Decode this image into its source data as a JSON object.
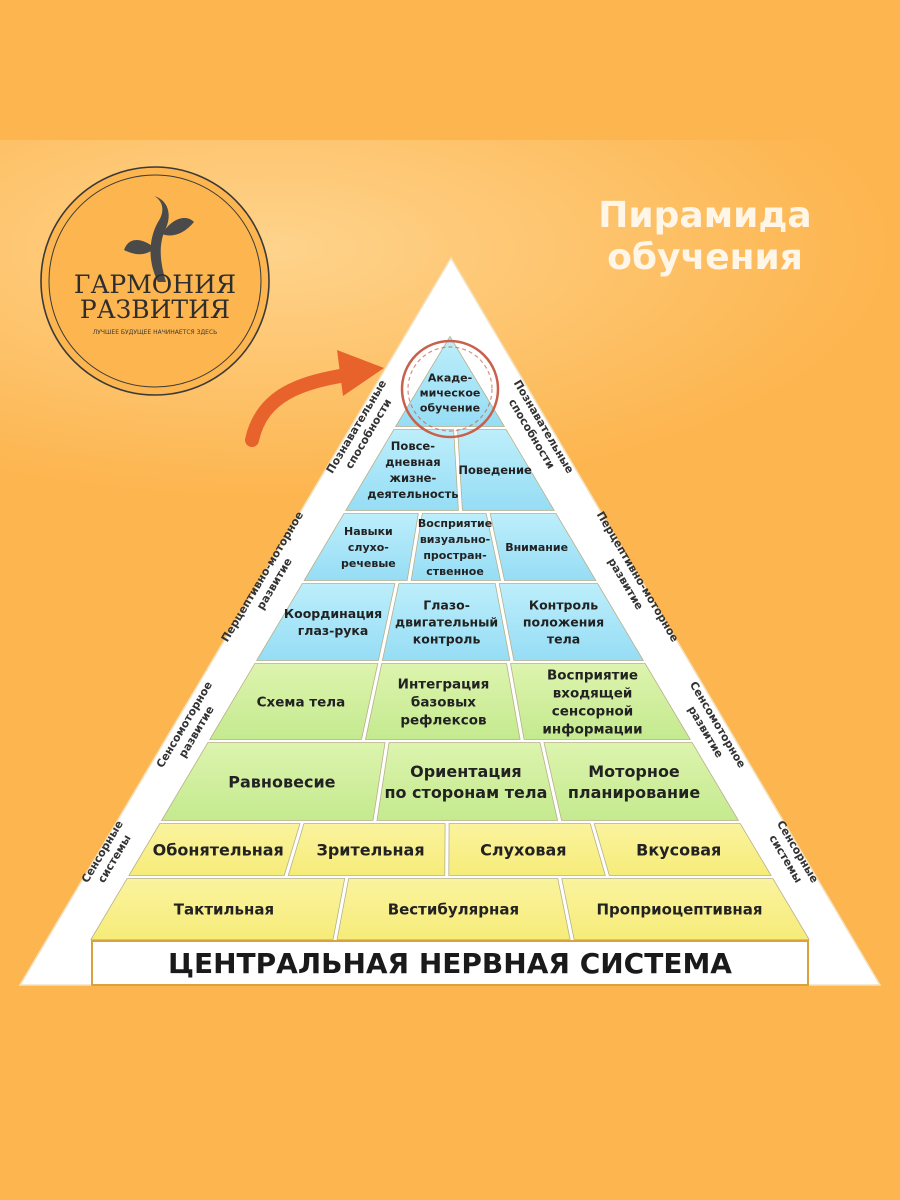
{
  "title": {
    "line1": "Пирамида",
    "line2": "обучения"
  },
  "logo": {
    "line1": "ГАРМОНИЯ",
    "line2": "РАЗВИТИЯ",
    "tagline": "ЛУЧШЕЕ БУДУЩЕЕ НАЧИНАЕТСЯ ЗДЕСЬ"
  },
  "colors": {
    "background": "#FDB54F",
    "blue": "#A8E6F8",
    "green": "#CFEF9E",
    "yellow": "#F9F08C",
    "arrow": "#E8622C",
    "circle": "#C9604B"
  },
  "base_label": "ЦЕНТРАЛЬНАЯ НЕРВНАЯ СИСТЕМА",
  "side_labels": {
    "left": [
      {
        "id": "left-1",
        "lines": [
          "Познавательные",
          "способности"
        ]
      },
      {
        "id": "left-2",
        "lines": [
          "Перцептивно-моторное",
          "развитие"
        ]
      },
      {
        "id": "left-3",
        "lines": [
          "Сенсомоторное",
          "развитие"
        ]
      },
      {
        "id": "left-4",
        "lines": [
          "Сенсорные",
          "системы"
        ]
      }
    ],
    "right": [
      {
        "id": "right-1",
        "lines": [
          "Познавательные",
          "способности"
        ]
      },
      {
        "id": "right-2",
        "lines": [
          "Перцептивно-моторное",
          "развитие"
        ]
      },
      {
        "id": "right-3",
        "lines": [
          "Сенсомоторное",
          "развитие"
        ]
      },
      {
        "id": "right-4",
        "lines": [
          "Сенсорные",
          "системы"
        ]
      }
    ]
  },
  "levels": [
    {
      "id": "level-8",
      "color": "blue",
      "cells": [
        {
          "lines": [
            "Акаде-",
            "мическое",
            "обучение"
          ]
        }
      ]
    },
    {
      "id": "level-7",
      "color": "blue",
      "cells": [
        {
          "lines": [
            "Повсе-",
            "дневная",
            "жизне-",
            "деятельность"
          ]
        },
        {
          "lines": [
            "Поведение"
          ]
        }
      ]
    },
    {
      "id": "level-6",
      "color": "blue",
      "cells": [
        {
          "lines": [
            "Навыки",
            "слухо-",
            "речевые"
          ]
        },
        {
          "lines": [
            "Восприятие",
            "визуально-",
            "простран-",
            "ственное"
          ]
        },
        {
          "lines": [
            "Внимание"
          ]
        }
      ]
    },
    {
      "id": "level-5",
      "color": "blue",
      "cells": [
        {
          "lines": [
            "Координация",
            "глаз-рука"
          ]
        },
        {
          "lines": [
            "Глазо-",
            "двигательный",
            "контроль"
          ]
        },
        {
          "lines": [
            "Контроль",
            "положения",
            "тела"
          ]
        }
      ]
    },
    {
      "id": "level-4",
      "color": "green",
      "cells": [
        {
          "lines": [
            "Схема тела"
          ]
        },
        {
          "lines": [
            "Интеграция",
            "базовых",
            "рефлексов"
          ]
        },
        {
          "lines": [
            "Восприятие",
            "входящей",
            "сенсорной",
            "информации"
          ]
        }
      ]
    },
    {
      "id": "level-3",
      "color": "green",
      "cells": [
        {
          "lines": [
            "Равновесие"
          ]
        },
        {
          "lines": [
            "Ориентация",
            "по сторонам тела"
          ]
        },
        {
          "lines": [
            "Моторное",
            "планирование"
          ]
        }
      ]
    },
    {
      "id": "level-2",
      "color": "yellow",
      "cells": [
        {
          "lines": [
            "Обонятельная"
          ]
        },
        {
          "lines": [
            "Зрительная"
          ]
        },
        {
          "lines": [
            "Слуховая"
          ]
        },
        {
          "lines": [
            "Вкусовая"
          ]
        }
      ]
    },
    {
      "id": "level-1",
      "color": "yellow",
      "cells": [
        {
          "lines": [
            "Тактильная"
          ]
        },
        {
          "lines": [
            "Вестибулярная"
          ]
        },
        {
          "lines": [
            "Проприоцептивная"
          ]
        }
      ]
    }
  ]
}
